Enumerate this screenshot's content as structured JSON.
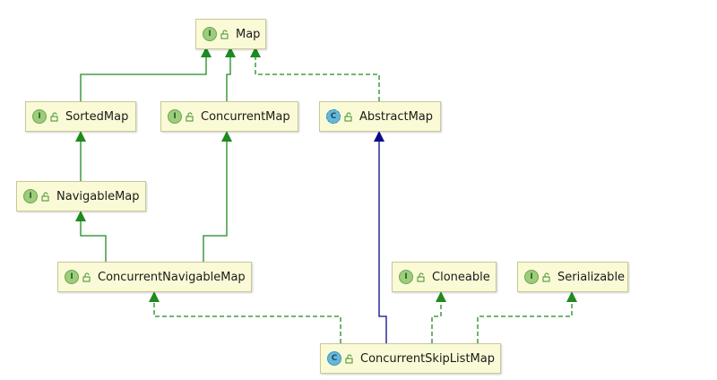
{
  "nodes": [
    {
      "id": "map",
      "label": "Map",
      "kind": "I"
    },
    {
      "id": "sortedmap",
      "label": "SortedMap",
      "kind": "I"
    },
    {
      "id": "concurrentmap",
      "label": "ConcurrentMap",
      "kind": "I"
    },
    {
      "id": "abstractmap",
      "label": "AbstractMap",
      "kind": "C"
    },
    {
      "id": "navigablemap",
      "label": "NavigableMap",
      "kind": "I"
    },
    {
      "id": "concurrentnavigablemap",
      "label": "ConcurrentNavigableMap",
      "kind": "I"
    },
    {
      "id": "cloneable",
      "label": "Cloneable",
      "kind": "I"
    },
    {
      "id": "serializable",
      "label": "Serializable",
      "kind": "I"
    },
    {
      "id": "concurrentskiplistmap",
      "label": "ConcurrentSkipListMap",
      "kind": "C"
    }
  ],
  "edges": [
    {
      "from": "sortedmap",
      "to": "map",
      "style": "extends"
    },
    {
      "from": "concurrentmap",
      "to": "map",
      "style": "extends"
    },
    {
      "from": "abstractmap",
      "to": "map",
      "style": "implements"
    },
    {
      "from": "navigablemap",
      "to": "sortedmap",
      "style": "extends"
    },
    {
      "from": "concurrentnavigablemap",
      "to": "navigablemap",
      "style": "extends"
    },
    {
      "from": "concurrentnavigablemap",
      "to": "concurrentmap",
      "style": "extends"
    },
    {
      "from": "concurrentskiplistmap",
      "to": "abstractmap",
      "style": "class-extends"
    },
    {
      "from": "concurrentskiplistmap",
      "to": "concurrentnavigablemap",
      "style": "implements"
    },
    {
      "from": "concurrentskiplistmap",
      "to": "cloneable",
      "style": "implements"
    },
    {
      "from": "concurrentskiplistmap",
      "to": "serializable",
      "style": "implements"
    }
  ],
  "colors": {
    "interface_edge": "#1f8a1f",
    "class_edge": "#0b0b8a",
    "node_fill": "#fafad6",
    "node_border": "#c8c89a"
  },
  "icons": {
    "interface": "interface-badge-icon",
    "class": "class-badge-icon",
    "abstract_class": "abstract-class-badge-icon",
    "visibility": "public-lock-icon"
  }
}
